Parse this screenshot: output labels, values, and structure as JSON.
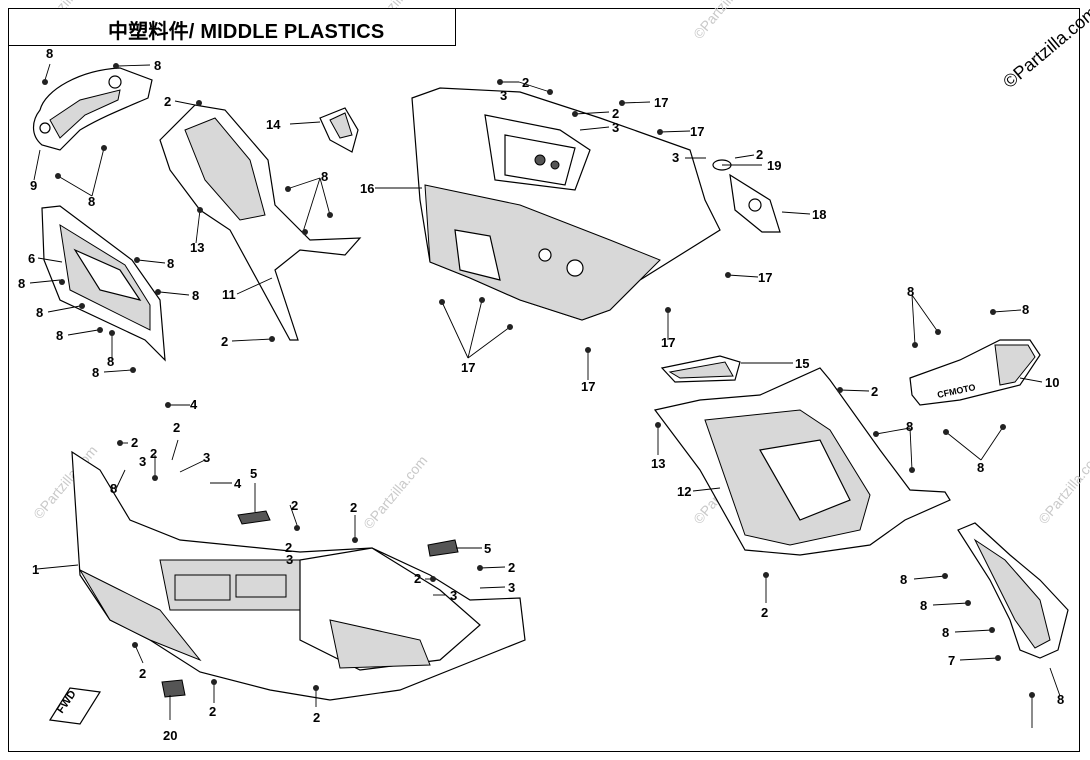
{
  "title": "中塑料件/ MIDDLE PLASTICS",
  "copyright": "©Partzilla.com",
  "watermark": "©Partzilla.com",
  "fwd_label": "FWD",
  "brand_decal": "CFMOTO",
  "labels": [
    {
      "id": "c1",
      "text": "8"
    },
    {
      "id": "c2",
      "text": "8"
    },
    {
      "id": "c3",
      "text": "9"
    },
    {
      "id": "c4",
      "text": "8"
    },
    {
      "id": "c5",
      "text": "2"
    },
    {
      "id": "c6",
      "text": "14"
    },
    {
      "id": "c7",
      "text": "8"
    },
    {
      "id": "c8",
      "text": "13"
    },
    {
      "id": "c9",
      "text": "11"
    },
    {
      "id": "c10",
      "text": "2"
    },
    {
      "id": "c11",
      "text": "6"
    },
    {
      "id": "c12",
      "text": "8"
    },
    {
      "id": "c13",
      "text": "8"
    },
    {
      "id": "c14",
      "text": "8"
    },
    {
      "id": "c15",
      "text": "8"
    },
    {
      "id": "c16",
      "text": "8"
    },
    {
      "id": "c17",
      "text": "8"
    },
    {
      "id": "c18",
      "text": "8"
    },
    {
      "id": "c19",
      "text": "16"
    },
    {
      "id": "c20",
      "text": "2"
    },
    {
      "id": "c21",
      "text": "3"
    },
    {
      "id": "c22",
      "text": "17"
    },
    {
      "id": "c23",
      "text": "2"
    },
    {
      "id": "c24",
      "text": "3"
    },
    {
      "id": "c25",
      "text": "17"
    },
    {
      "id": "c26",
      "text": "3"
    },
    {
      "id": "c27",
      "text": "2"
    },
    {
      "id": "c28",
      "text": "19"
    },
    {
      "id": "c29",
      "text": "18"
    },
    {
      "id": "c30",
      "text": "17"
    },
    {
      "id": "c31",
      "text": "17"
    },
    {
      "id": "c32",
      "text": "17"
    },
    {
      "id": "c33",
      "text": "17"
    },
    {
      "id": "c34",
      "text": "8"
    },
    {
      "id": "c35",
      "text": "8"
    },
    {
      "id": "c36",
      "text": "10"
    },
    {
      "id": "c37",
      "text": "8"
    },
    {
      "id": "c38",
      "text": "15"
    },
    {
      "id": "c39",
      "text": "2"
    },
    {
      "id": "c40",
      "text": "8"
    },
    {
      "id": "c41",
      "text": "13"
    },
    {
      "id": "c42",
      "text": "12"
    },
    {
      "id": "c43",
      "text": "2"
    },
    {
      "id": "c44",
      "text": "4"
    },
    {
      "id": "c45",
      "text": "2"
    },
    {
      "id": "c46",
      "text": "3"
    },
    {
      "id": "c47",
      "text": "2"
    },
    {
      "id": "c48",
      "text": "2"
    },
    {
      "id": "c49",
      "text": "3"
    },
    {
      "id": "c50",
      "text": "4"
    },
    {
      "id": "c51",
      "text": "1"
    },
    {
      "id": "c52",
      "text": "5"
    },
    {
      "id": "c53",
      "text": "2"
    },
    {
      "id": "c54",
      "text": "2"
    },
    {
      "id": "c55",
      "text": "3"
    },
    {
      "id": "c56",
      "text": "2"
    },
    {
      "id": "c57",
      "text": "5"
    },
    {
      "id": "c58",
      "text": "2"
    },
    {
      "id": "c59",
      "text": "3"
    },
    {
      "id": "c60",
      "text": "2"
    },
    {
      "id": "c61",
      "text": "3"
    },
    {
      "id": "c62",
      "text": "2"
    },
    {
      "id": "c63",
      "text": "20"
    },
    {
      "id": "c64",
      "text": "2"
    },
    {
      "id": "c65",
      "text": "2"
    },
    {
      "id": "c66",
      "text": "8"
    },
    {
      "id": "c67",
      "text": "8"
    },
    {
      "id": "c68",
      "text": "8"
    },
    {
      "id": "c69",
      "text": "8"
    },
    {
      "id": "c70",
      "text": "7"
    },
    {
      "id": "c71",
      "text": "8"
    }
  ]
}
